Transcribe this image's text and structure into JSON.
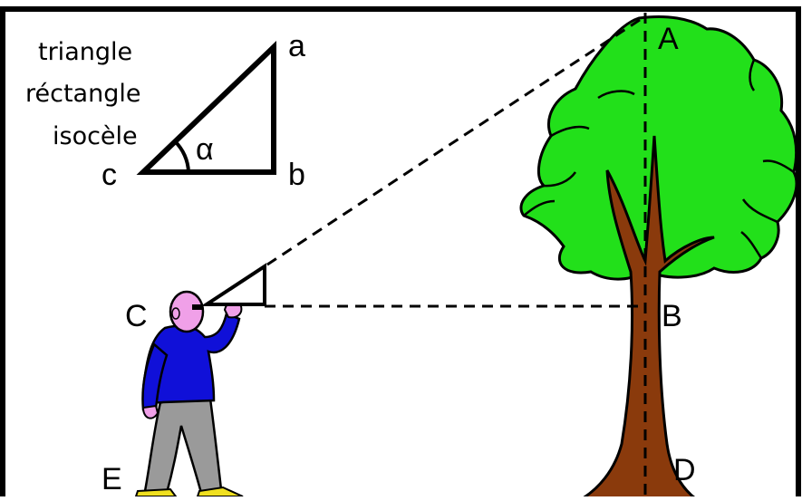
{
  "caption": {
    "line1": "triangle",
    "line2": "réctangle",
    "line3": "isocèle"
  },
  "small_triangle": {
    "vertex_a": "a",
    "vertex_b": "b",
    "vertex_c": "c",
    "angle": "α"
  },
  "scene": {
    "point_A": "A",
    "point_B": "B",
    "point_C": "C",
    "point_D": "D",
    "point_E": "E"
  },
  "colors": {
    "frame": "#000000",
    "foliage": "#22e01a",
    "trunk": "#8a3a0c",
    "shirt": "#1010d8",
    "trousers": "#9a9a9a",
    "skin": "#f0a0e8",
    "shoes": "#f0e020"
  }
}
